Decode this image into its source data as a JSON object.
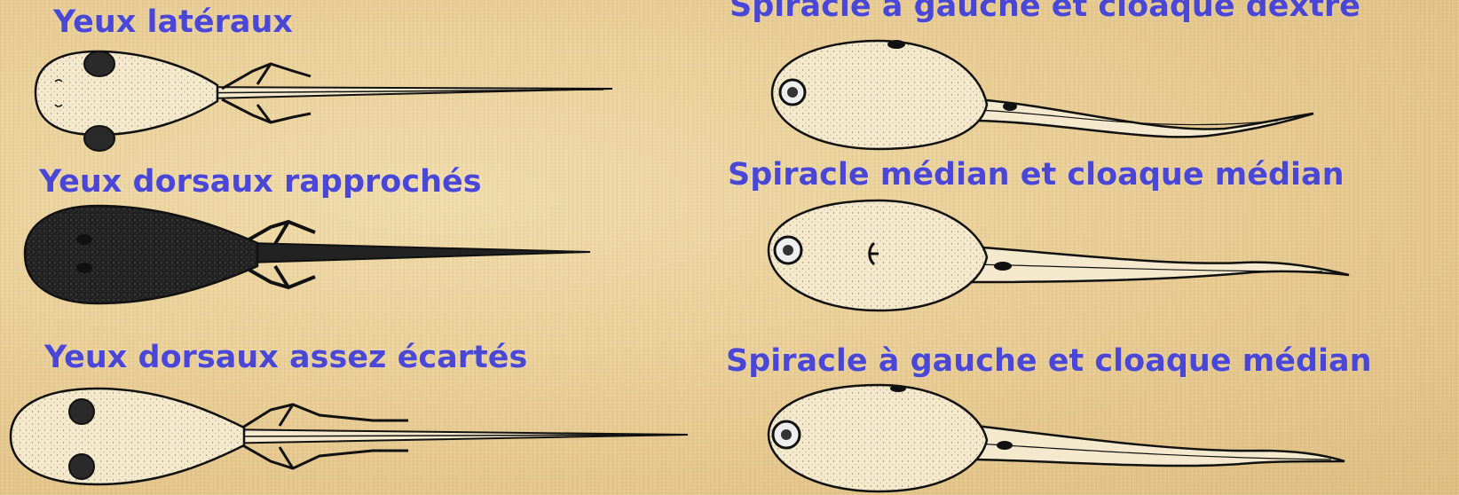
{
  "left_column": {
    "label_1": "Yeux latéraux",
    "label_2": "Yeux dorsaux rapprochés",
    "label_3": "Yeux dorsaux assez écartés"
  },
  "right_column": {
    "label_1": "Spiracle à gauche et cloaque dextre",
    "label_2": "Spiracle médian et cloaque médian",
    "label_3": "Spiracle à gauche et cloaque médian"
  },
  "colors": {
    "label_text": "#4b47d6",
    "background": "#e8cf98",
    "ink": "#111111",
    "body_fill": "#f3e7c7"
  }
}
